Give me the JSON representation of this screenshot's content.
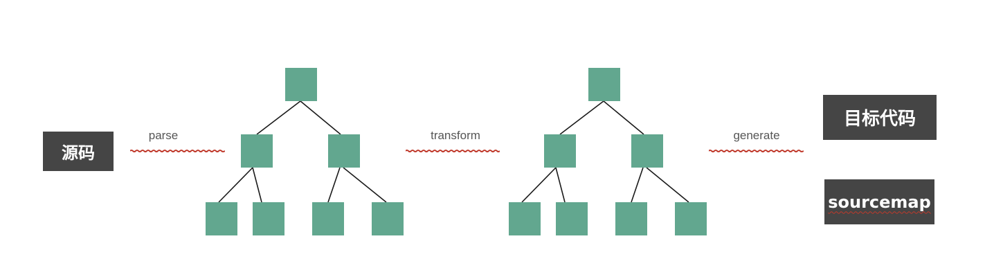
{
  "stages": {
    "source_label": "源码",
    "target_label": "目标代码",
    "sourcemap_label": "sourcemap"
  },
  "arrows": {
    "parse": "parse",
    "transform": "transform",
    "generate": "generate"
  },
  "colors": {
    "box_background": "#454545",
    "node_fill": "#62a78f",
    "wavy_underline": "#c0392b",
    "label_text": "#555555"
  }
}
